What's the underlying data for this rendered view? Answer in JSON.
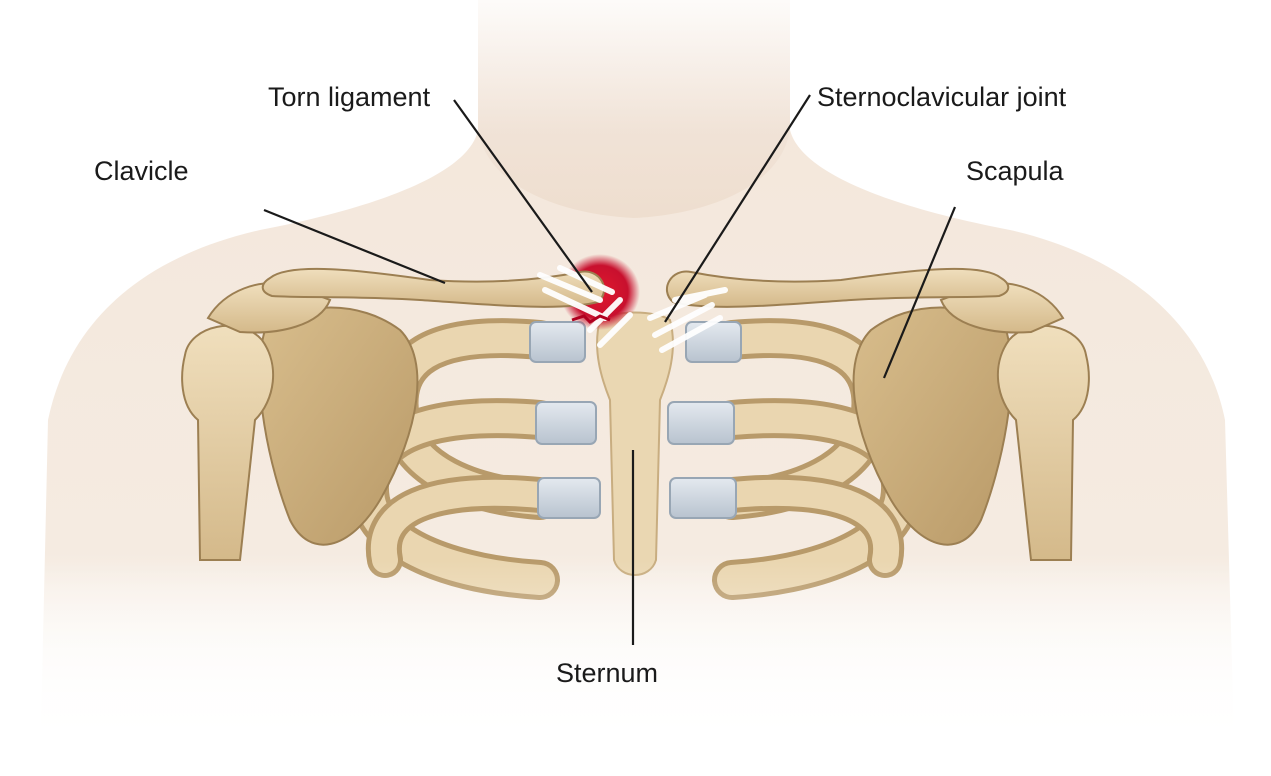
{
  "labels": {
    "torn_ligament": "Torn ligament",
    "sternoclavicular_joint": "Sternoclavicular joint",
    "clavicle": "Clavicle",
    "scapula": "Scapula",
    "sternum": "Sternum"
  },
  "colors": {
    "skin": "#f3e6da",
    "bone": "#e6cfa6",
    "bone_shadow": "#b89a6a",
    "cartilage": "#cdd6e0",
    "injury": "#c8102e",
    "ligament": "#f4f4f4",
    "leader_line": "#1a1a1a"
  }
}
